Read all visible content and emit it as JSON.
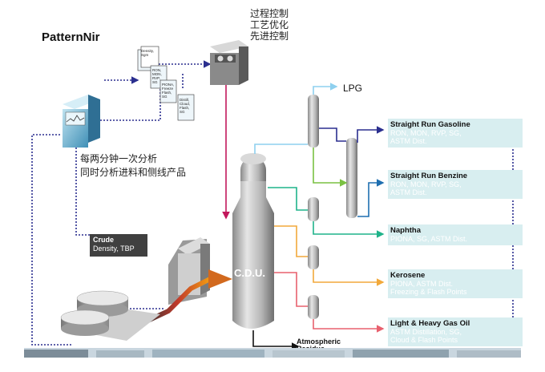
{
  "title": "PatternNir",
  "process_labels": [
    "过程控制",
    "工艺优化",
    "先进控制"
  ],
  "analysis_note": [
    "每两分钟一次分析",
    "同时分析进料和侧线产品"
  ],
  "crude": {
    "title": "Crude",
    "subtitle": "Density, TBP"
  },
  "unit_label": "C.D.U.",
  "lpg_label": "LPG",
  "atmospheric_residue": [
    "Atmospheric",
    "Residue"
  ],
  "documents": [
    {
      "lines": [
        "Density,",
        "Sgm"
      ]
    },
    {
      "lines": [
        "RON,",
        "MON,",
        "RVP,",
        "SG"
      ]
    },
    {
      "lines": [
        "PIONA,",
        "Freeze",
        "Flash,",
        "SG"
      ]
    },
    {
      "lines": [
        "Distill,",
        "Cloud,",
        "Flash,",
        "SG"
      ]
    }
  ],
  "products": [
    {
      "name": "Straight Run Gasoline",
      "lines": [
        "RON, MON, RVP, SG,",
        "ASTM Dist."
      ],
      "color": "#2b2f8f"
    },
    {
      "name": "Straight Run Benzine",
      "lines": [
        "RON, MON, RVP, SG,",
        "ASTM Dist."
      ],
      "color": "#1f6fb0"
    },
    {
      "name": "Naphtha",
      "lines": [
        "PIONA, SG, ASTM Dist."
      ],
      "color": "#1fb38a"
    },
    {
      "name": "Kerosene",
      "lines": [
        "PIONA, ASTM Dist.",
        "Freezing & Flash Points"
      ],
      "color": "#f2a93b"
    },
    {
      "name": "Light & Heavy Gas Oil",
      "lines": [
        "ASTM Distillation, SG,",
        "Cloud & Flash Points"
      ],
      "color": "#e8606e"
    }
  ],
  "colors": {
    "dotted_line": "#2b2f8f",
    "analyzer_line": "#c2185b",
    "lpg_line": "#8ed0ef",
    "gasoline_line": "#2b2f8f",
    "benzine_line": "#7ac142",
    "naphtha_line": "#1fb38a",
    "kerosene_line": "#f2a93b",
    "gasoil_line": "#e8606e",
    "feed_arrow": "#d2691e"
  }
}
